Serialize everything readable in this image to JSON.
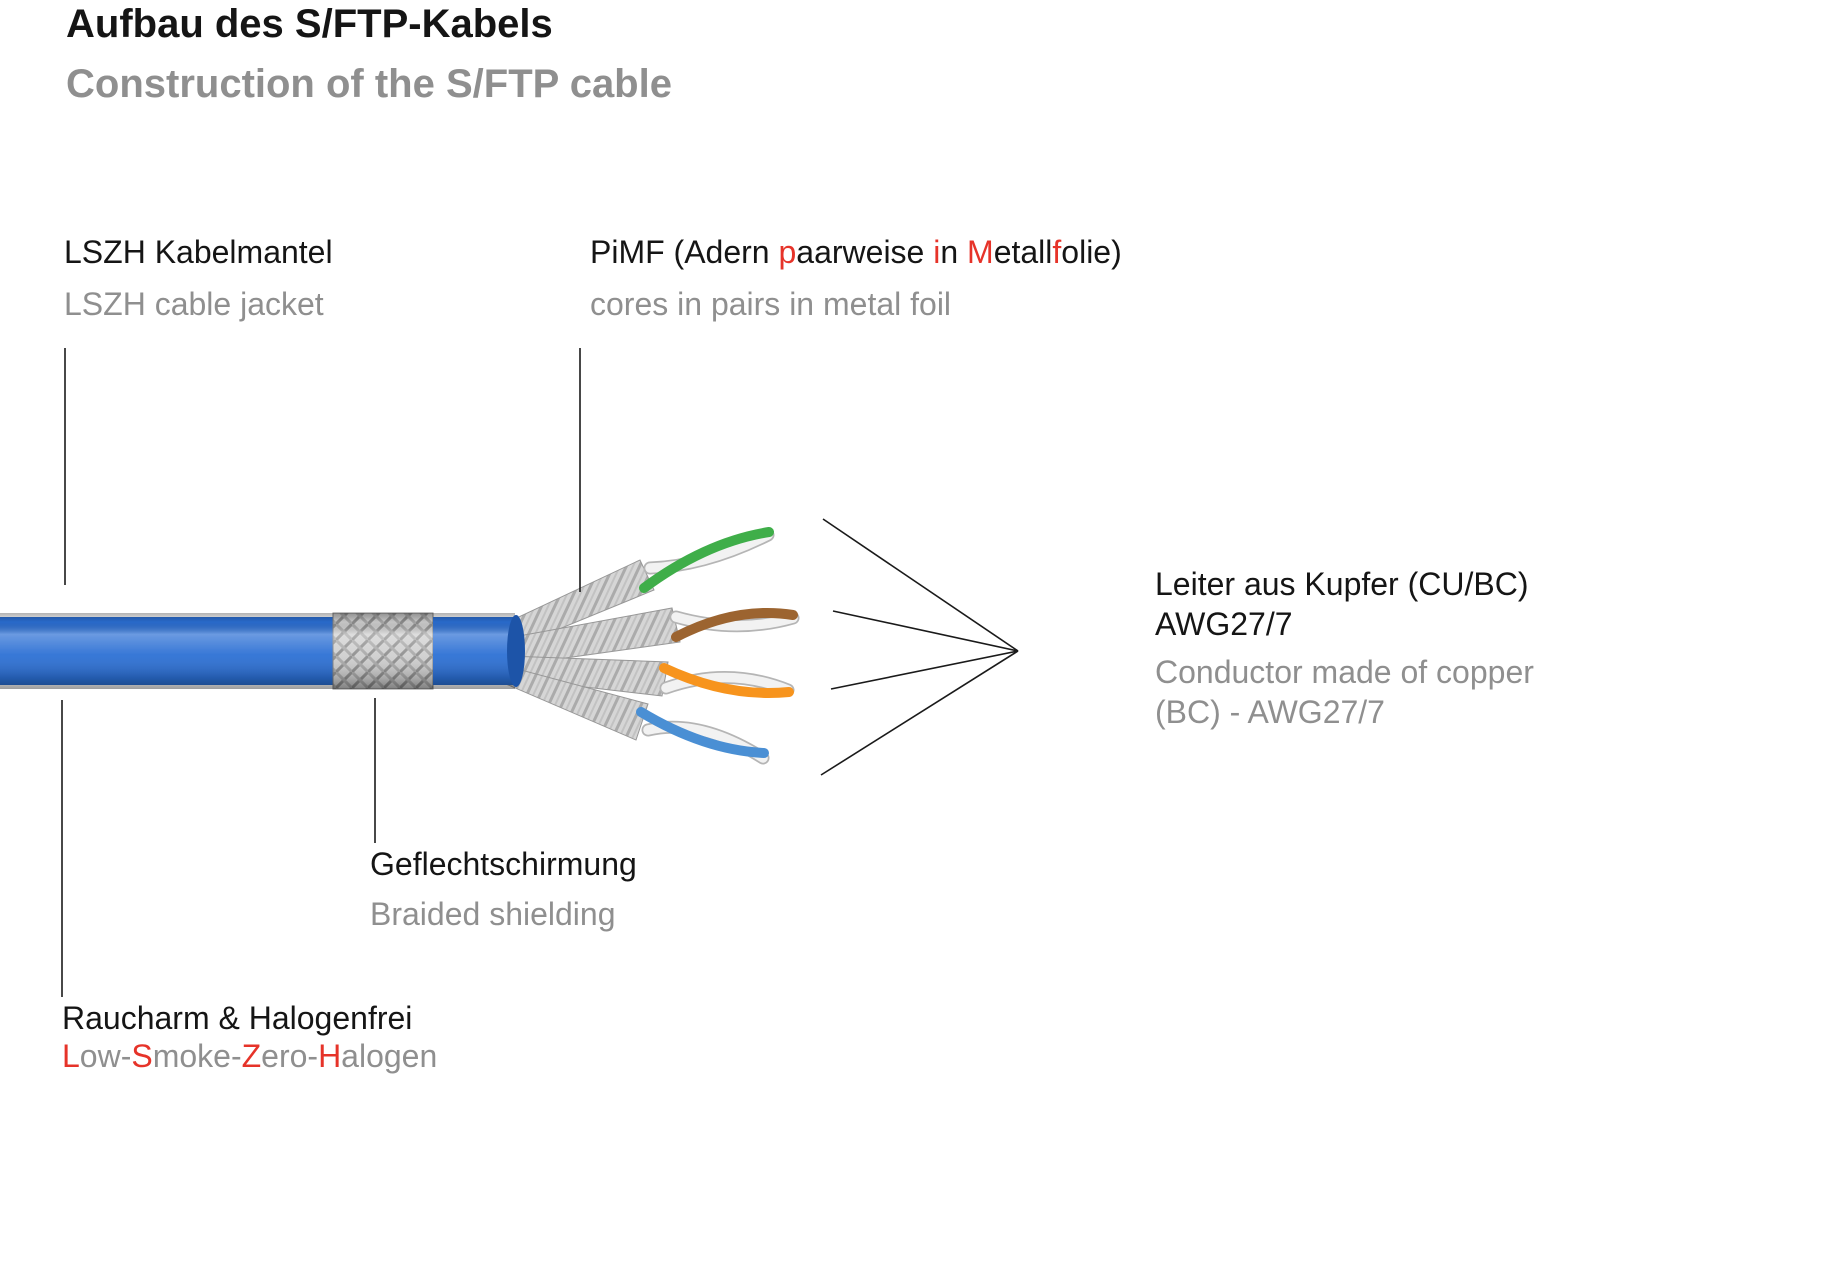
{
  "colors": {
    "text_dark": "#151515",
    "text_gray": "#8f8f8f",
    "accent_red": "#e63329",
    "cable_blue": "#2b6fd4",
    "cable_blue_dark": "#1d54a8",
    "pair_green": "#3fae49",
    "pair_brown": "#9c6430",
    "pair_orange": "#f7941d",
    "pair_blue": "#4a8fd4",
    "strand_white": "#f2f2f2",
    "strand_shadow": "#b5b5b5",
    "foil_gray": "#d6d6d6",
    "braid_gray": "#cfcfcf",
    "line_black": "#1a1a1a"
  },
  "header": {
    "title": "Aufbau des S/FTP-Kabels",
    "subtitle": "Construction of the S/FTP cable"
  },
  "labels": {
    "jacket": {
      "de": "LSZH Kabelmantel",
      "en": "LSZH cable jacket"
    },
    "pimf": {
      "de_parts": [
        {
          "t": "PiMF (Adern ",
          "red": false
        },
        {
          "t": "p",
          "red": true
        },
        {
          "t": "aarweise ",
          "red": false
        },
        {
          "t": "i",
          "red": true
        },
        {
          "t": "n ",
          "red": false
        },
        {
          "t": "M",
          "red": true
        },
        {
          "t": "etall",
          "red": false
        },
        {
          "t": "f",
          "red": true
        },
        {
          "t": "olie)",
          "red": false
        }
      ],
      "en": "cores in pairs in metal foil"
    },
    "conductor": {
      "de_line1": "Leiter aus Kupfer (CU/BC)",
      "de_line2": "AWG27/7",
      "en_line1": "Conductor made of copper",
      "en_line2": "(BC) - AWG27/7"
    },
    "braid": {
      "de": "Geflechtschirmung",
      "en": "Braided shielding"
    },
    "lszh": {
      "de": "Raucharm & Halogenfrei",
      "en_parts": [
        {
          "t": "L",
          "red": true
        },
        {
          "t": "ow-",
          "red": false
        },
        {
          "t": "S",
          "red": true
        },
        {
          "t": "moke-",
          "red": false
        },
        {
          "t": "Z",
          "red": true
        },
        {
          "t": "ero-",
          "red": false
        },
        {
          "t": "H",
          "red": true
        },
        {
          "t": "alogen",
          "red": false
        }
      ]
    }
  }
}
